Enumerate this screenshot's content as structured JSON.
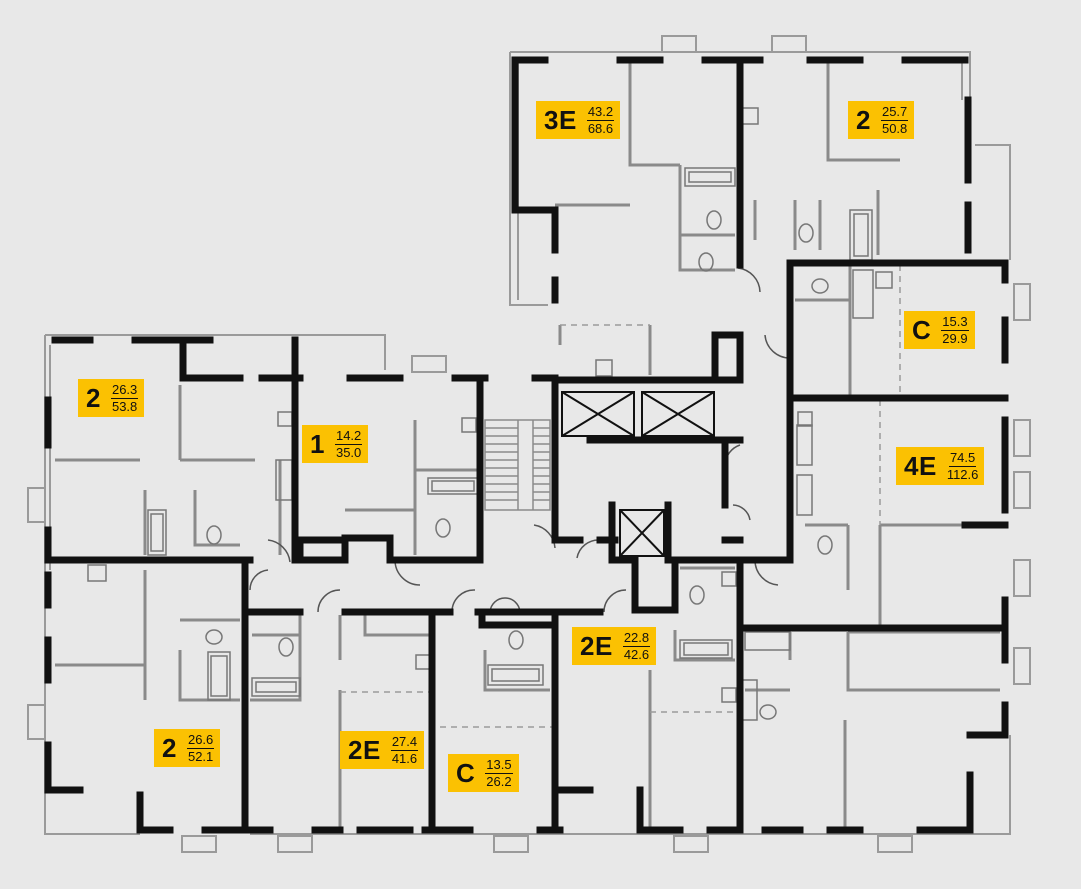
{
  "colors": {
    "background": "#e8e8e8",
    "wall": "#111111",
    "partition": "#8a8a8a",
    "balcony": "#9a9a9a",
    "badge": "#fbc102"
  },
  "units": [
    {
      "id": "u3e-top",
      "rooms": "3E",
      "living": "43.2",
      "total": "68.6"
    },
    {
      "id": "u2-topright",
      "rooms": "2",
      "living": "25.7",
      "total": "50.8"
    },
    {
      "id": "uc-right",
      "rooms": "C",
      "living": "15.3",
      "total": "29.9"
    },
    {
      "id": "u4e-right",
      "rooms": "4E",
      "living": "74.5",
      "total": "112.6"
    },
    {
      "id": "u2-left",
      "rooms": "2",
      "living": "26.3",
      "total": "53.8"
    },
    {
      "id": "u1-left",
      "rooms": "1",
      "living": "14.2",
      "total": "35.0"
    },
    {
      "id": "u2-bottomleft",
      "rooms": "2",
      "living": "26.6",
      "total": "52.1"
    },
    {
      "id": "u2e-bottom",
      "rooms": "2E",
      "living": "27.4",
      "total": "41.6"
    },
    {
      "id": "uc-bottom",
      "rooms": "C",
      "living": "13.5",
      "total": "26.2"
    },
    {
      "id": "u2e-center",
      "rooms": "2E",
      "living": "22.8",
      "total": "42.6"
    }
  ]
}
